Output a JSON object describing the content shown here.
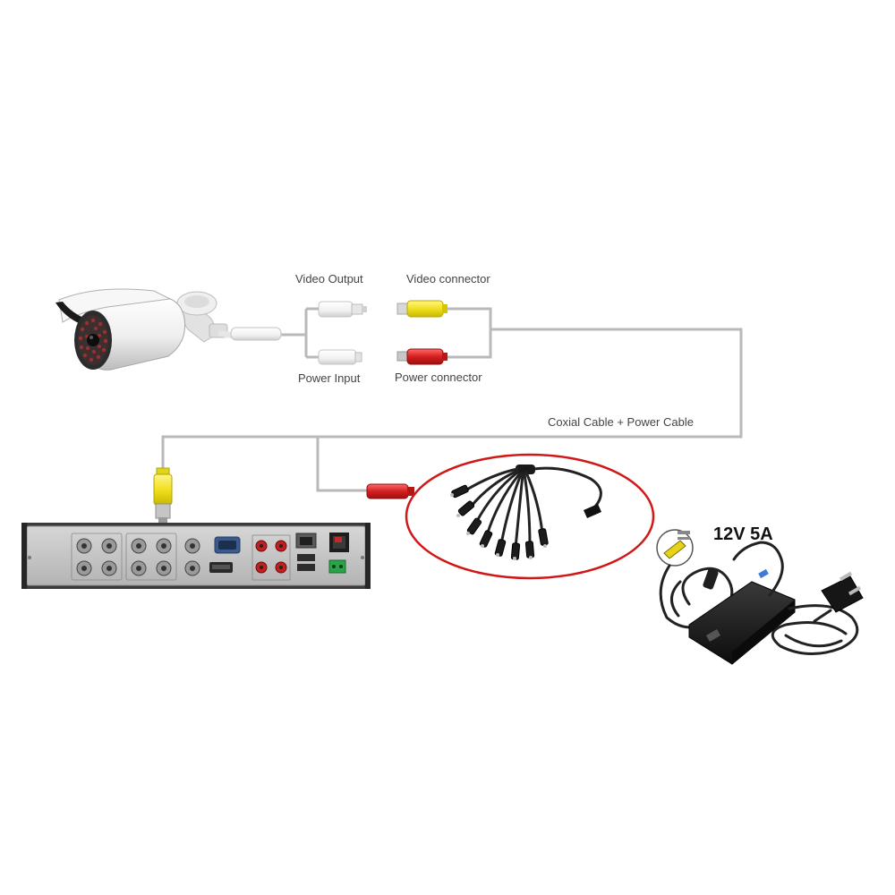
{
  "labels": {
    "video_output": "Video Output",
    "video_connector": "Video connector",
    "power_input": "Power Input",
    "power_connector": "Power connector",
    "cable": "Coxial Cable + Power Cable",
    "adapter_rating": "12V 5A"
  },
  "colors": {
    "video_connector": "#f0e020",
    "power_connector": "#d41f1f",
    "cable": "#b9b9b9",
    "highlight_ellipse": "#d01818",
    "dvr_panel": "#c8c8c8"
  },
  "icons": [
    "bullet-camera-icon",
    "bnc-connector-icon",
    "rca-connector-icon",
    "dc-power-splitter-icon",
    "power-adapter-icon",
    "power-plug-icon",
    "dvr-recorder-icon"
  ]
}
